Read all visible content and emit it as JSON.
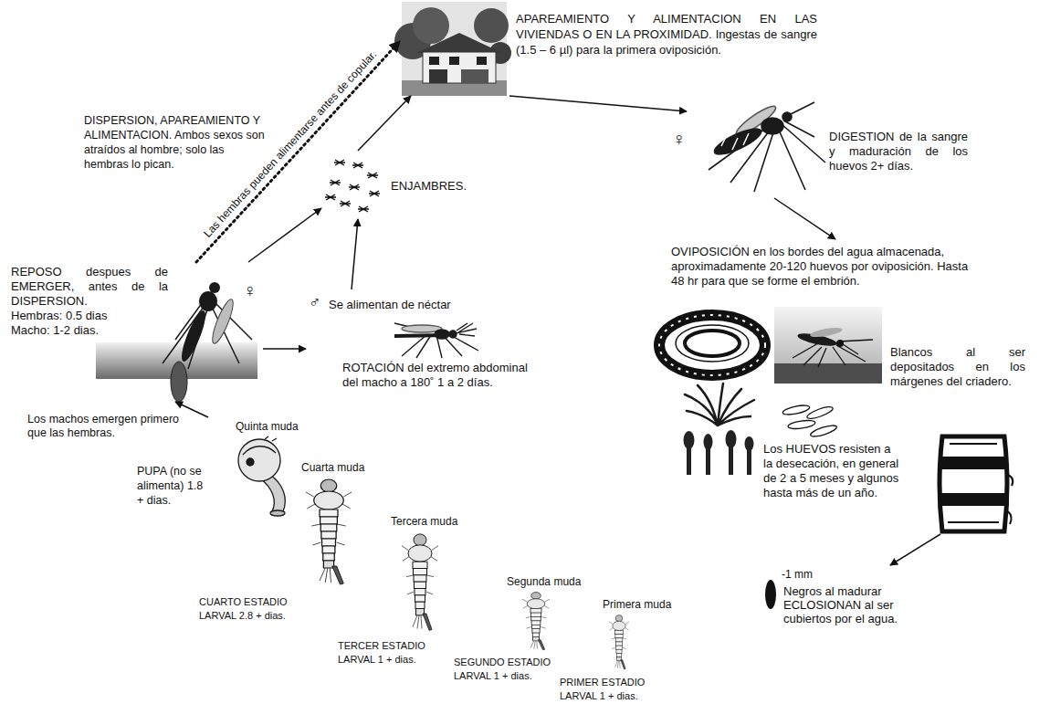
{
  "diagram": {
    "nodes": [
      {
        "text": [
          "APAREAMIENTO Y ALIMENTACION EN LAS VIVIENDAS O EN LA PROXIMIDAD. Ingestas de sangre (1.5 – 6 µl) para la primera oviposición."
        ]
      },
      {
        "text": [
          "♀",
          "DIGESTION de la sangre y maduración de los huevos 2+ días."
        ]
      },
      {
        "text": [
          "ENJAMBRES."
        ]
      },
      {
        "text": [
          "OVIPOSICIÓN en los bordes del agua almacenada, aproximadamente 20-120 huevos por oviposición. Hasta 48 hr para que se forme el embrión.",
          "Blancos al ser depositados en los márgenes del criadero.",
          "Los HUEVOS resisten a la desecación, en general de 2 a 5 meses y algunos hasta más de un año."
        ]
      },
      {
        "text": [
          "REPOSO despues de EMERGER, antes de la DISPERSION.",
          "Hembras: 0.5 dias",
          "Macho: 1-2 dias.",
          "♀"
        ]
      },
      {
        "text": [
          "♂",
          "Se alimentan de néctar",
          "ROTACIÓN del extremo abdominal del macho a 180˚ 1 a 2 días."
        ]
      },
      {
        "text": [
          "Quinta muda",
          "PUPA (no se alimenta) 1.8 + dias."
        ]
      },
      {
        "text": [
          "Cuarta muda",
          "CUARTO ESTADIO LARVAL 2.8 + dias."
        ]
      },
      {
        "text": [
          "Tercera muda",
          "TERCER ESTADIO LARVAL 1 + dias."
        ]
      },
      {
        "text": [
          "-1 mm",
          "Negros al madurar ECLOSIONAN al ser cubiertos por el agua."
        ]
      },
      {
        "text": [
          "Segunda muda",
          "SEGUNDO ESTADIO LARVAL 1 + dias."
        ]
      },
      {
        "text": [
          "Primera muda",
          "PRIMER ESTADIO LARVAL 1 + dias."
        ]
      }
    ],
    "edges": [
      {
        "from": 0,
        "to": 1,
        "arrow": "to"
      },
      {
        "from": 1,
        "to": 3,
        "arrow": "to"
      },
      {
        "from": 3,
        "to": 9,
        "arrow": "to"
      },
      {
        "from": 6,
        "to": 4,
        "arrow": "to"
      },
      {
        "from": 4,
        "to": 2,
        "arrow": "to"
      },
      {
        "from": 4,
        "to": 5,
        "arrow": "to"
      },
      {
        "from": 5,
        "to": 2,
        "arrow": "to"
      },
      {
        "from": 2,
        "to": 0,
        "arrow": "to"
      },
      {
        "from": 4,
        "to": 0,
        "label": "Las hembras pueden alimentarse antes de copular.",
        "arrow": "to"
      }
    ],
    "labels": [
      "DISPERSION, APAREAMIENTO Y ALIMENTACION. Ambos sexos son atraídos al hombre; solo las hembras lo pican.",
      "Los machos emergen primero que las hembras."
    ]
  }
}
